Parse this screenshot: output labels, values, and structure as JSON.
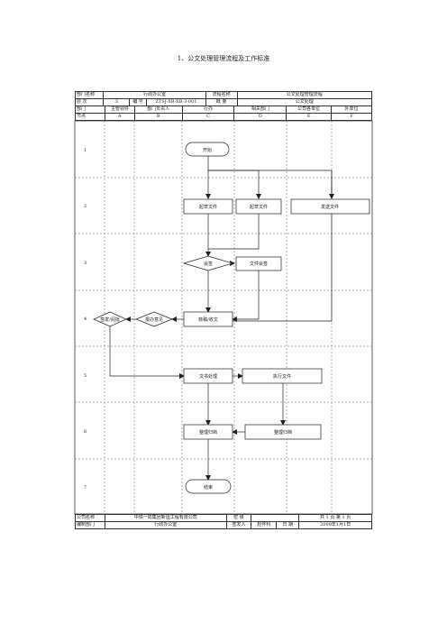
{
  "title": "1、公文处理管理流程及工作标准",
  "header": {
    "dept_name_label": "部门名称",
    "dept_name": "行政办公室",
    "process_name_label": "流程名称",
    "process_name": "公文处理管理流程",
    "level_label": "层 次",
    "level": "3",
    "code_label": "编 号",
    "code": "ZTSJ-XB-XB-3-001",
    "summary_label": "概 要",
    "summary": "公文处理"
  },
  "columns": {
    "dept": "部门",
    "col1": "主管领导",
    "col2": "部门负责人",
    "col3": "行办",
    "col4": "相关部门",
    "col5": "公司各单位",
    "col6": "外单位",
    "node": "节点",
    "letters": [
      "A",
      "B",
      "C",
      "D",
      "E",
      "F"
    ]
  },
  "rows": [
    "1",
    "2",
    "3",
    "4",
    "5",
    "6",
    "7"
  ],
  "nodes": {
    "start": "开始",
    "draft_c": "起草文件",
    "draft_d": "起草文件",
    "send": "发送文件",
    "countersign": "会签",
    "countersign_doc": "文件会签",
    "review": "核稿/收文",
    "approve_a": "签发/阅批",
    "approve_b": "报办意见",
    "process_c": "文书处理",
    "execute": "执行文件",
    "archive_c": "整理归档",
    "archive_e": "整理归档",
    "end": "结束"
  },
  "footer": {
    "company_label": "公司名称",
    "company": "中铁一局集团新运工程有限公司",
    "secret_label": "密 级",
    "secret": "",
    "pages": "共 1 页 第 1 页",
    "dept_label": "编制部门",
    "dept": "行政办公室",
    "issuer_label": "签发人",
    "issuer": "赵怀科",
    "date_label": "日 期",
    "date": "2009年1月1日"
  }
}
